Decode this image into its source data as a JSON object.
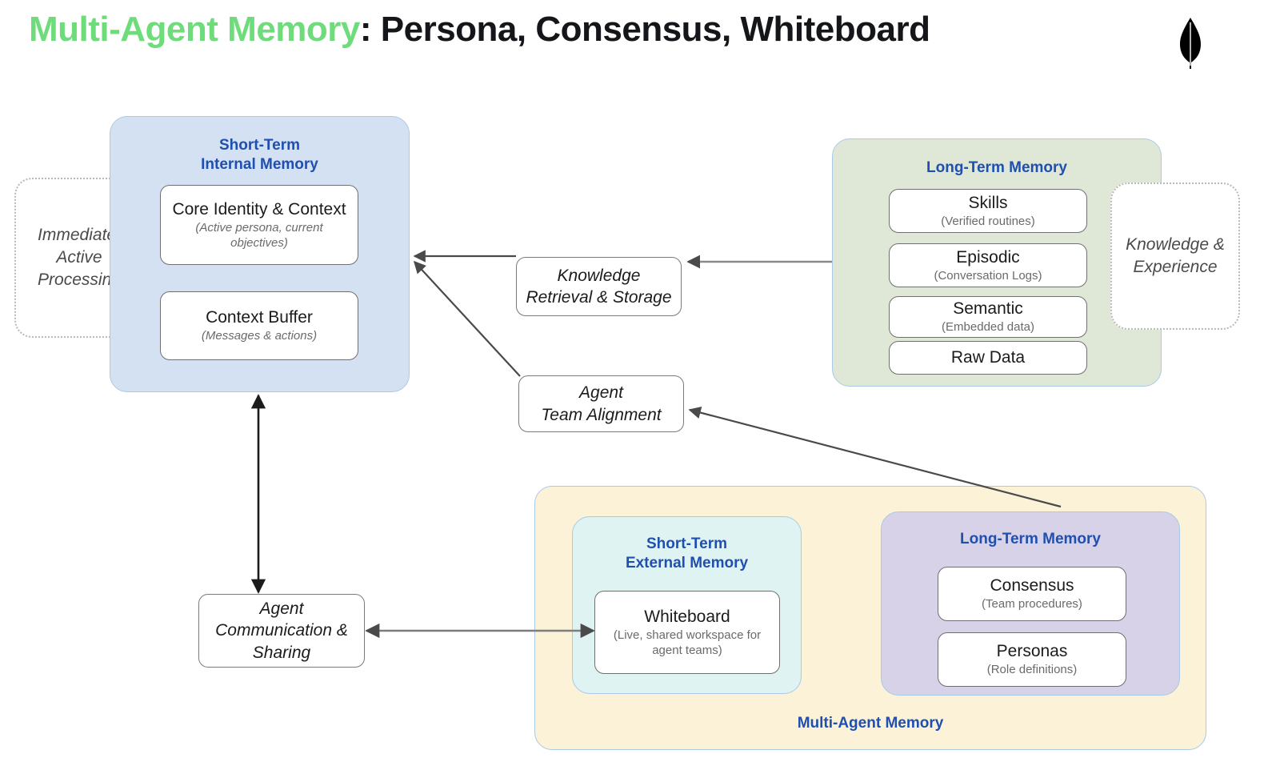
{
  "title": {
    "accent": "Multi-Agent Memory",
    "rest": ": Persona, Consensus, Whiteboard"
  },
  "logo": {
    "name": "mongodb-leaf-logo",
    "color": "#000000"
  },
  "colors": {
    "accent_green": "#6FDC7C",
    "group_blue": "#d4e1f2",
    "group_green": "#dfe8d6",
    "group_yellow": "#fbf2d8",
    "group_cyan": "#dff4f2",
    "group_purple": "#d7d2e8",
    "group_title_blue": "#1f4fb0",
    "arrow": "#4a4a4a"
  },
  "ghosts": {
    "left": "Immediate,\nActive\nProcessing",
    "right": "Knowledge &\nExperience"
  },
  "short_term_internal": {
    "title": "Short-Term\nInternal Memory",
    "cards": [
      {
        "title": "Core Identity & Context",
        "sub": "(Active persona, current\nobjectives)"
      },
      {
        "title": "Context Buffer",
        "sub": "(Messages & actions)"
      }
    ]
  },
  "long_term_memory": {
    "title": "Long-Term Memory",
    "cards": [
      {
        "title": "Skills",
        "sub": "(Verified routines)"
      },
      {
        "title": "Episodic",
        "sub": "(Conversation Logs)"
      },
      {
        "title": "Semantic",
        "sub": "(Embedded data)"
      },
      {
        "title": "Raw Data",
        "sub": ""
      }
    ]
  },
  "processes": {
    "knowledge_retrieval": "Knowledge\nRetrieval & Storage",
    "team_alignment": "Agent\nTeam Alignment",
    "agent_communication": "Agent\nCommunication &\nSharing"
  },
  "multi_agent": {
    "title": "Multi-Agent Memory",
    "short_term_external": {
      "title": "Short-Term\nExternal Memory",
      "cards": [
        {
          "title": "Whiteboard",
          "sub": "(Live, shared workspace for\nagent teams)"
        }
      ]
    },
    "long_term_memory": {
      "title": "Long-Term Memory",
      "cards": [
        {
          "title": "Consensus",
          "sub": "(Team procedures)"
        },
        {
          "title": "Personas",
          "sub": "(Role definitions)"
        }
      ]
    }
  }
}
